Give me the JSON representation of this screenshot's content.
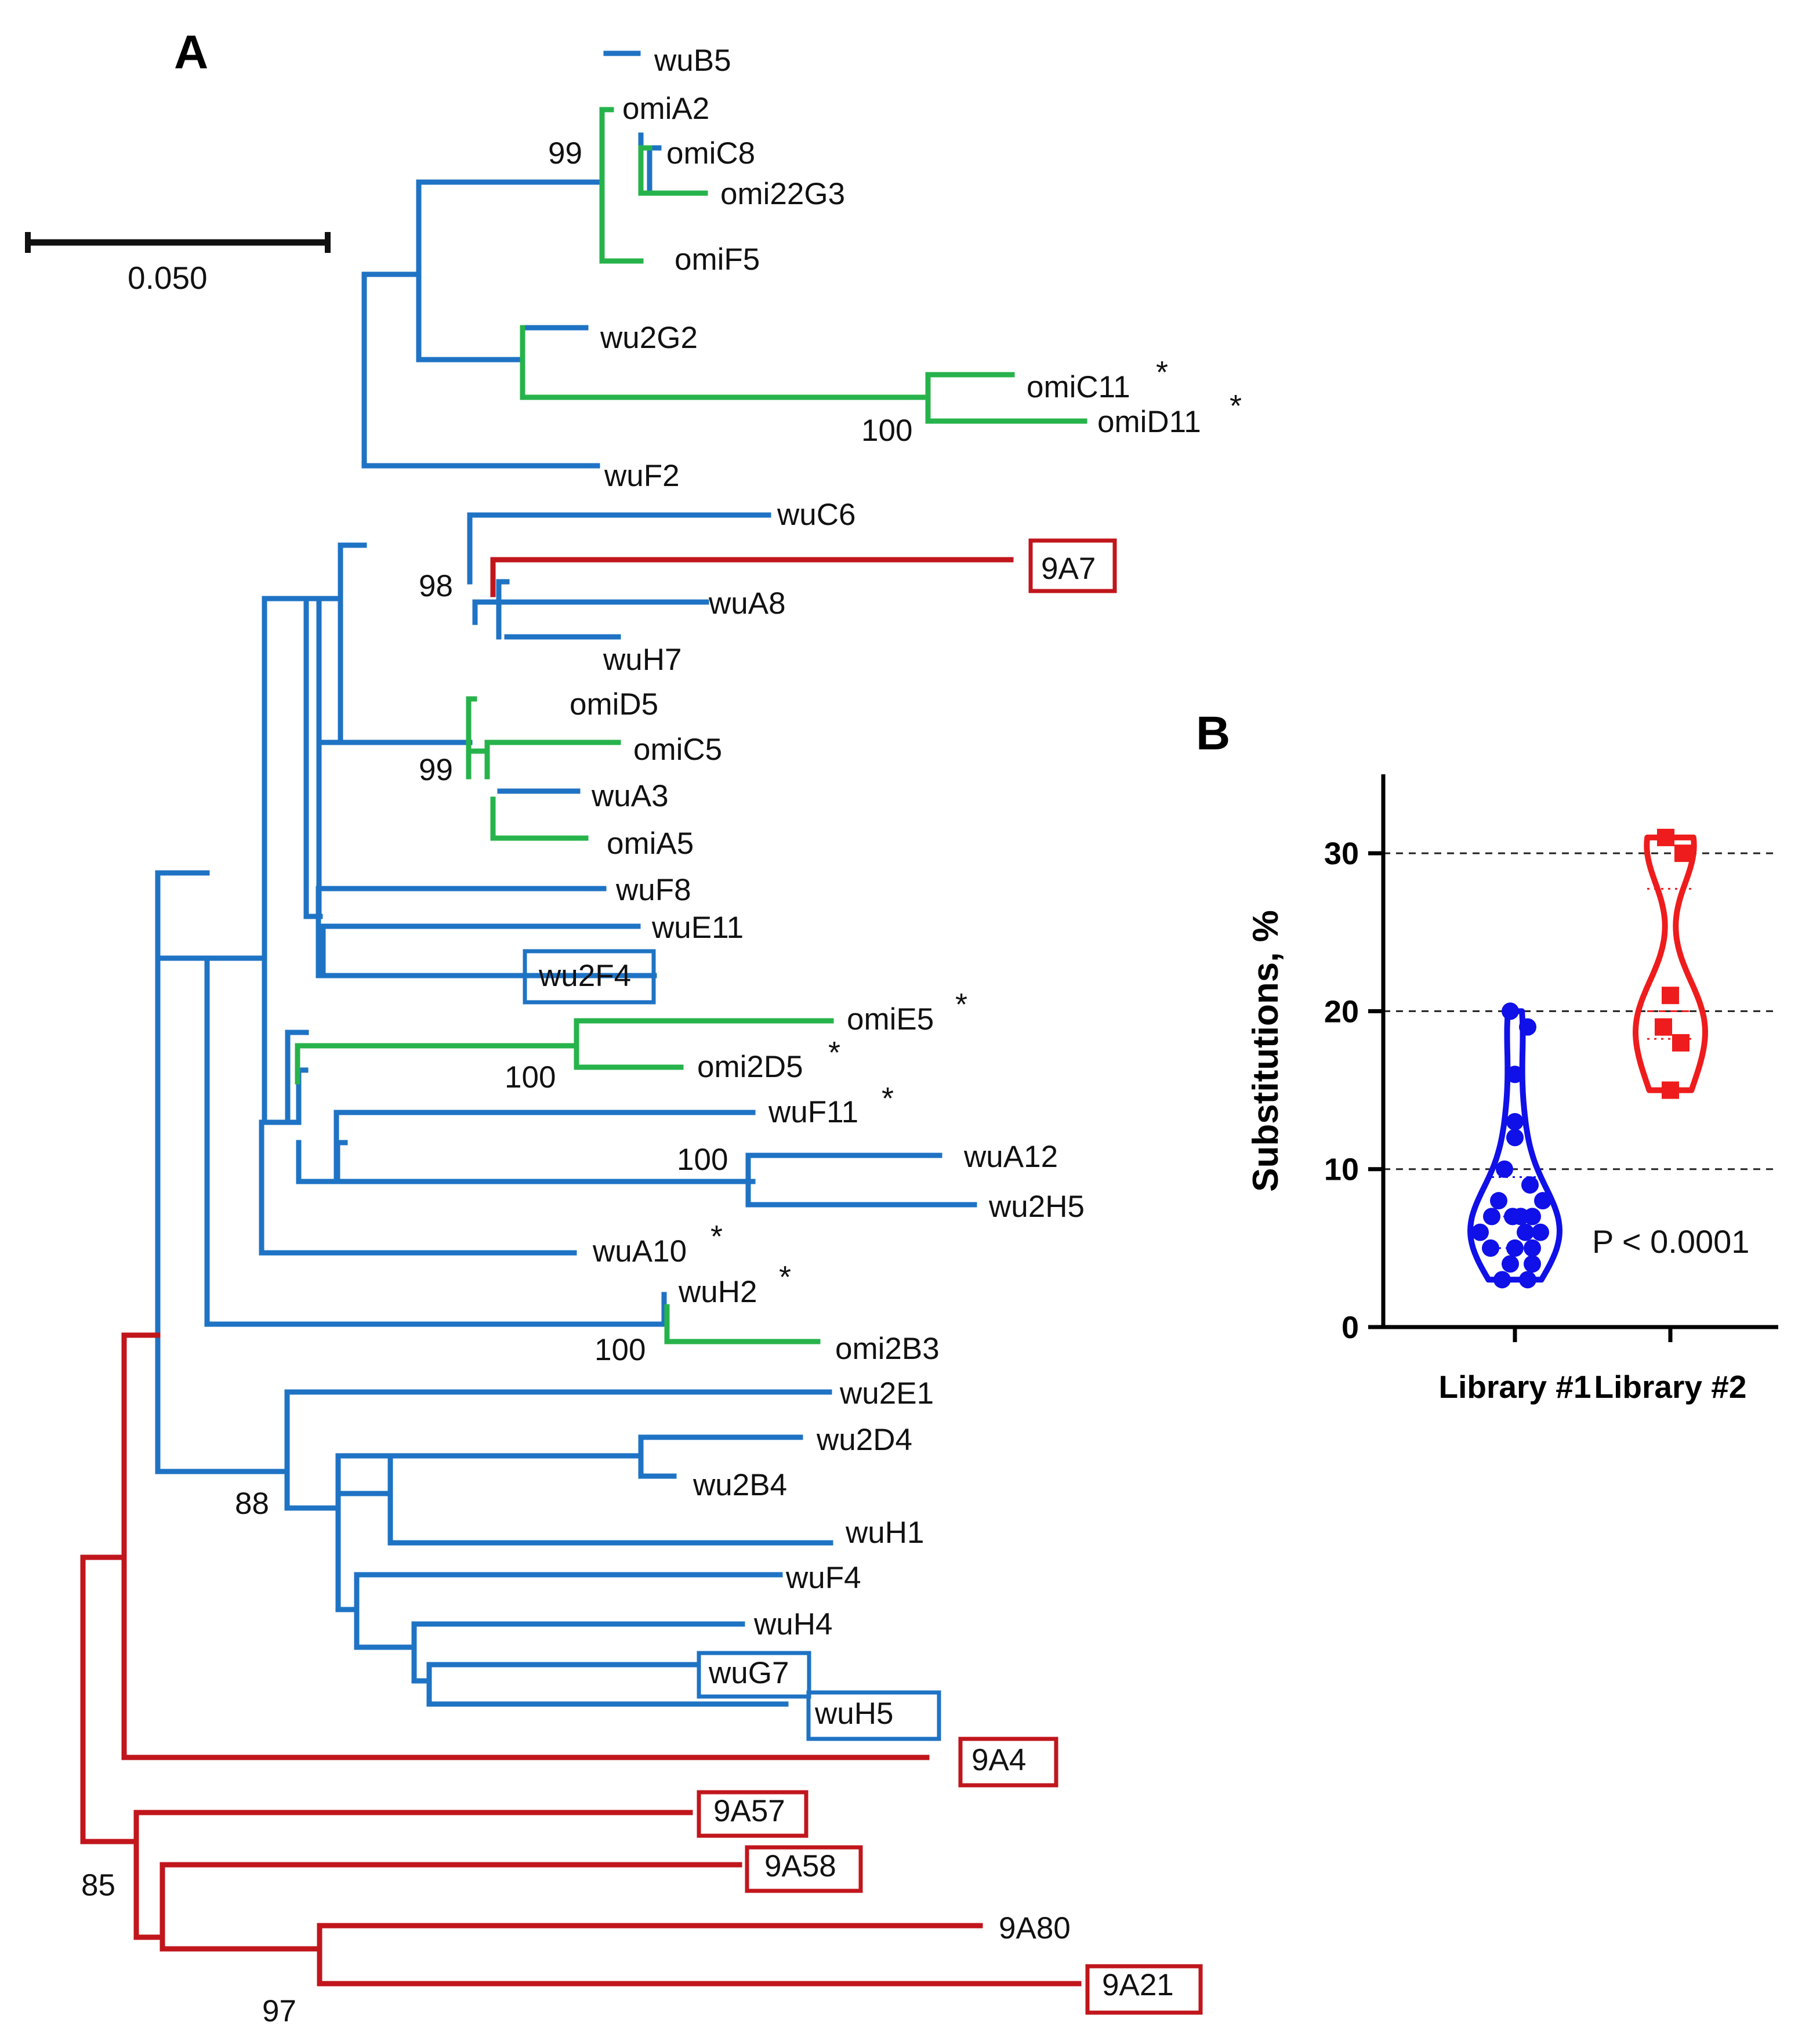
{
  "panels": {
    "a": "A",
    "b": "B"
  },
  "colors": {
    "blue": "#1f73c4",
    "green": "#27b34b",
    "red": "#c0161c",
    "lib1": "#1010e8",
    "lib2": "#ee1c1c"
  },
  "tree": {
    "scale_label": "0.050",
    "leaves": [
      {
        "label": "wuB5",
        "star": false,
        "boxed": false
      },
      {
        "label": "omiA2",
        "star": false,
        "boxed": false
      },
      {
        "label": "omiC8",
        "star": false,
        "boxed": false
      },
      {
        "label": "omi22G3",
        "star": false,
        "boxed": false
      },
      {
        "label": "omiF5",
        "star": false,
        "boxed": false
      },
      {
        "label": "wu2G2",
        "star": false,
        "boxed": false
      },
      {
        "label": "omiC11",
        "star": true,
        "boxed": false
      },
      {
        "label": "omiD11",
        "star": true,
        "boxed": false
      },
      {
        "label": "wuF2",
        "star": false,
        "boxed": false
      },
      {
        "label": "wuC6",
        "star": false,
        "boxed": false
      },
      {
        "label": "9A7",
        "star": false,
        "boxed": true
      },
      {
        "label": "wuA8",
        "star": false,
        "boxed": false
      },
      {
        "label": "wuH7",
        "star": false,
        "boxed": false
      },
      {
        "label": "omiD5",
        "star": false,
        "boxed": false
      },
      {
        "label": "omiC5",
        "star": false,
        "boxed": false
      },
      {
        "label": "wuA3",
        "star": false,
        "boxed": false
      },
      {
        "label": "omiA5",
        "star": false,
        "boxed": false
      },
      {
        "label": "wuF8",
        "star": false,
        "boxed": false
      },
      {
        "label": "wuE11",
        "star": false,
        "boxed": false
      },
      {
        "label": "wu2F4",
        "star": false,
        "boxed": true
      },
      {
        "label": "omiE5",
        "star": true,
        "boxed": false
      },
      {
        "label": "omi2D5",
        "star": true,
        "boxed": false
      },
      {
        "label": "wuF11",
        "star": true,
        "boxed": false
      },
      {
        "label": "wuA12",
        "star": false,
        "boxed": false
      },
      {
        "label": "wu2H5",
        "star": false,
        "boxed": false
      },
      {
        "label": "wuA10",
        "star": true,
        "boxed": false
      },
      {
        "label": "wuH2",
        "star": true,
        "boxed": false
      },
      {
        "label": "omi2B3",
        "star": false,
        "boxed": false
      },
      {
        "label": "wu2E1",
        "star": false,
        "boxed": false
      },
      {
        "label": "wu2D4",
        "star": false,
        "boxed": false
      },
      {
        "label": "wu2B4",
        "star": false,
        "boxed": false
      },
      {
        "label": "wuH1",
        "star": false,
        "boxed": false
      },
      {
        "label": "wuF4",
        "star": false,
        "boxed": false
      },
      {
        "label": "wuH4",
        "star": false,
        "boxed": false
      },
      {
        "label": "wuG7",
        "star": false,
        "boxed": true
      },
      {
        "label": "wuH5",
        "star": false,
        "boxed": true
      },
      {
        "label": "9A4",
        "star": false,
        "boxed": true
      },
      {
        "label": "9A57",
        "star": false,
        "boxed": true
      },
      {
        "label": "9A58",
        "star": false,
        "boxed": true
      },
      {
        "label": "9A80",
        "star": false,
        "boxed": false
      },
      {
        "label": "9A21",
        "star": false,
        "boxed": true
      }
    ],
    "bootstrap": [
      "99",
      "100",
      "98",
      "99",
      "100",
      "100",
      "100",
      "88",
      "85",
      "97"
    ]
  },
  "chart_data": {
    "type": "violin",
    "xlabel": "",
    "ylabel": "Substitutions, %",
    "ylim": [
      0,
      35
    ],
    "yticks": [
      0,
      10,
      20,
      30
    ],
    "grid_lines_at": [
      10,
      20,
      30
    ],
    "categories": [
      "Library #1",
      "Library #2"
    ],
    "series": [
      {
        "name": "Library #1",
        "values": [
          20,
          19,
          16,
          13,
          12,
          10,
          9,
          8,
          8,
          7,
          7,
          7,
          7,
          6,
          6,
          6,
          5,
          5,
          5,
          4,
          4,
          3,
          3
        ]
      },
      {
        "name": "Library #2",
        "values": [
          31,
          30,
          21,
          19,
          18,
          15
        ]
      }
    ],
    "annotation": "P < 0.0001"
  }
}
